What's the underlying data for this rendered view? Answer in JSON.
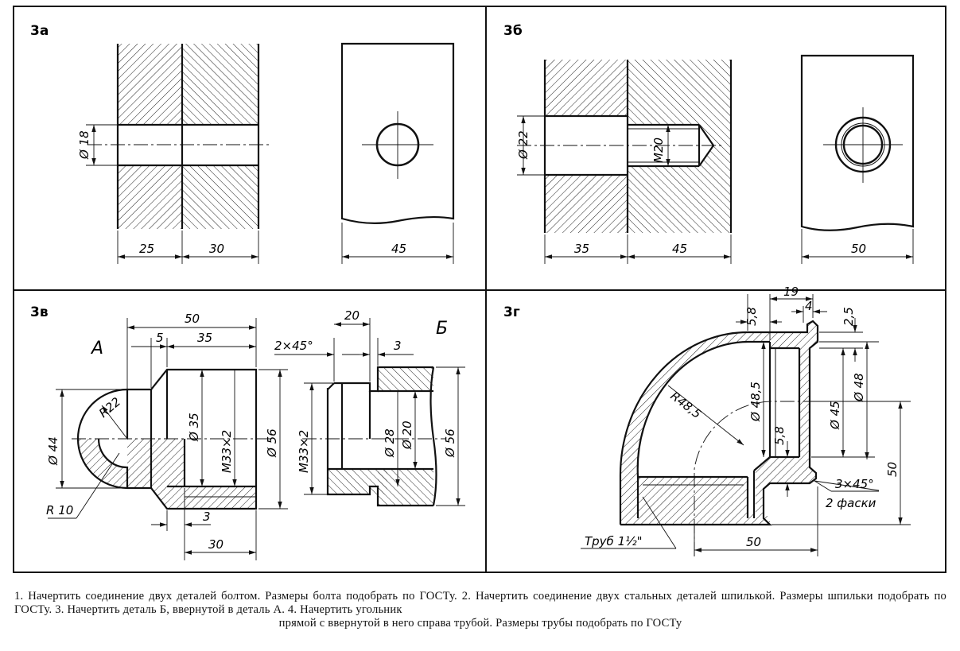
{
  "panels": {
    "a": {
      "label": "3а",
      "dims": {
        "dia": "Ø 18",
        "w1": "25",
        "w2": "30",
        "w3": "45"
      }
    },
    "b": {
      "label": "3б",
      "dims": {
        "dia": "Ø 22",
        "thread": "М20",
        "w1": "35",
        "w2": "45",
        "w3": "50"
      }
    },
    "c": {
      "label": "3в",
      "partA": "А",
      "partB": "Б",
      "dims": {
        "d50": "50",
        "d5": "5",
        "d35": "35",
        "r22": "R22",
        "dia44": "Ø 44",
        "dia35": "Ø 35",
        "m33a": "М33×2",
        "dia56a": "Ø 56",
        "r10": "R 10",
        "d3a": "3",
        "d30": "30",
        "chamfer": "2×45°",
        "d20": "20",
        "d3b": "3",
        "m33b": "М33×2",
        "dia28": "Ø 28",
        "dia20": "Ø 20",
        "dia56b": "Ø 56"
      }
    },
    "d": {
      "label": "3г",
      "dims": {
        "d58a": "5,8",
        "d19": "19",
        "d4": "4",
        "d25": "2,5",
        "r485": "R48,5",
        "dia485": "Ø 48,5",
        "dia45": "Ø 45",
        "dia48": "Ø 48",
        "d58b": "5,8",
        "d50v": "50",
        "chamfer": "3×45°",
        "chamfer2": "2 фаски",
        "pipe": "Труб 1½\"",
        "d50h": "50"
      }
    }
  },
  "caption": {
    "line1": "1. Начертить соединение двух деталей болтом. Размеры болта подобрать по ГОСТу. 2. Начертить соединение двух стальных",
    "line2": "деталей шпилькой. Размеры шпильки подобрать по ГОСТу. 3. Начертить деталь Б, ввернутой в деталь А. 4. Начертить угольник",
    "line3": "прямой с ввернутой в него справа трубой. Размеры трубы подобрать по ГОСТу"
  }
}
